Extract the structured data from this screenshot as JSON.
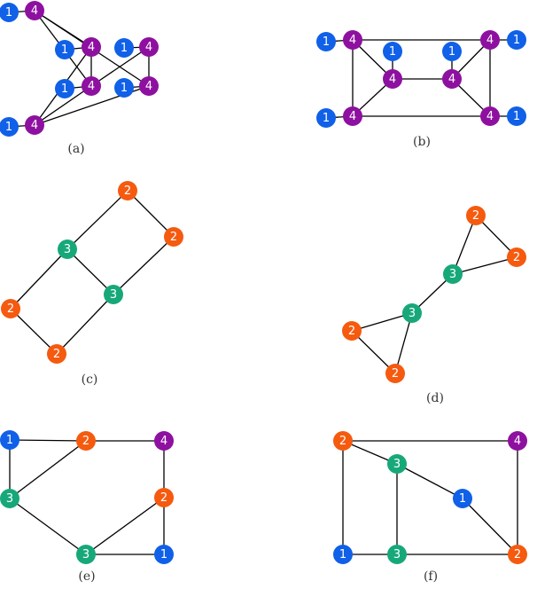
{
  "colors": {
    "1": "#1060e8",
    "2": "#f55a0f",
    "3": "#17a87a",
    "4": "#8e10a0"
  },
  "graphs": [
    {
      "caption": "(a)",
      "nodes": [
        {
          "id": "a1",
          "label": "1"
        },
        {
          "id": "a2",
          "label": "4"
        },
        {
          "id": "a3",
          "label": "1"
        },
        {
          "id": "a4",
          "label": "4"
        },
        {
          "id": "a5",
          "label": "1"
        },
        {
          "id": "a6",
          "label": "4"
        },
        {
          "id": "a7",
          "label": "1"
        },
        {
          "id": "a8",
          "label": "4"
        },
        {
          "id": "a9",
          "label": "1"
        },
        {
          "id": "a10",
          "label": "4"
        },
        {
          "id": "a11",
          "label": "1"
        },
        {
          "id": "a12",
          "label": "4"
        }
      ],
      "edges": [
        [
          "a1",
          "a2"
        ],
        [
          "a2",
          "a10"
        ],
        [
          "a2",
          "a4"
        ],
        [
          "a2",
          "a8"
        ],
        [
          "a3",
          "a4"
        ],
        [
          "a4",
          "a8"
        ],
        [
          "a4",
          "a12"
        ],
        [
          "a5",
          "a6"
        ],
        [
          "a6",
          "a10"
        ],
        [
          "a6",
          "a8"
        ],
        [
          "a7",
          "a8"
        ],
        [
          "a8",
          "a12"
        ],
        [
          "a9",
          "a10"
        ],
        [
          "a10",
          "a12"
        ],
        [
          "a11",
          "a12"
        ]
      ]
    },
    {
      "caption": "(b)",
      "nodes": [
        {
          "id": "b1",
          "label": "1"
        },
        {
          "id": "b2",
          "label": "4"
        },
        {
          "id": "b3",
          "label": "4"
        },
        {
          "id": "b4",
          "label": "1"
        },
        {
          "id": "b5",
          "label": "1"
        },
        {
          "id": "b6",
          "label": "1"
        },
        {
          "id": "b7",
          "label": "4"
        },
        {
          "id": "b8",
          "label": "4"
        },
        {
          "id": "b9",
          "label": "1"
        },
        {
          "id": "b10",
          "label": "4"
        },
        {
          "id": "b11",
          "label": "4"
        },
        {
          "id": "b12",
          "label": "1"
        }
      ],
      "edges": [
        [
          "b1",
          "b2"
        ],
        [
          "b2",
          "b3"
        ],
        [
          "b3",
          "b4"
        ],
        [
          "b2",
          "b10"
        ],
        [
          "b2",
          "b7"
        ],
        [
          "b3",
          "b8"
        ],
        [
          "b3",
          "b11"
        ],
        [
          "b5",
          "b7"
        ],
        [
          "b6",
          "b8"
        ],
        [
          "b7",
          "b8"
        ],
        [
          "b7",
          "b10"
        ],
        [
          "b8",
          "b11"
        ],
        [
          "b9",
          "b10"
        ],
        [
          "b10",
          "b11"
        ],
        [
          "b11",
          "b12"
        ]
      ]
    },
    {
      "caption": "(c)",
      "nodes": [
        {
          "id": "c1",
          "label": "2"
        },
        {
          "id": "c2",
          "label": "3"
        },
        {
          "id": "c3",
          "label": "2"
        },
        {
          "id": "c4",
          "label": "3"
        },
        {
          "id": "c5",
          "label": "2"
        },
        {
          "id": "c6",
          "label": "2"
        }
      ],
      "edges": [
        [
          "c1",
          "c2"
        ],
        [
          "c1",
          "c3"
        ],
        [
          "c2",
          "c4"
        ],
        [
          "c2",
          "c5"
        ],
        [
          "c3",
          "c4"
        ],
        [
          "c4",
          "c6"
        ],
        [
          "c5",
          "c6"
        ]
      ]
    },
    {
      "caption": "(d)",
      "nodes": [
        {
          "id": "d1",
          "label": "2"
        },
        {
          "id": "d2",
          "label": "2"
        },
        {
          "id": "d3",
          "label": "3"
        },
        {
          "id": "d4",
          "label": "3"
        },
        {
          "id": "d5",
          "label": "2"
        },
        {
          "id": "d6",
          "label": "2"
        }
      ],
      "edges": [
        [
          "d1",
          "d2"
        ],
        [
          "d1",
          "d3"
        ],
        [
          "d2",
          "d3"
        ],
        [
          "d3",
          "d4"
        ],
        [
          "d4",
          "d5"
        ],
        [
          "d4",
          "d6"
        ],
        [
          "d5",
          "d6"
        ]
      ]
    },
    {
      "caption": "(e)",
      "nodes": [
        {
          "id": "e1",
          "label": "1"
        },
        {
          "id": "e2",
          "label": "2"
        },
        {
          "id": "e3",
          "label": "4"
        },
        {
          "id": "e4",
          "label": "3"
        },
        {
          "id": "e5",
          "label": "2"
        },
        {
          "id": "e6",
          "label": "3"
        },
        {
          "id": "e7",
          "label": "1"
        }
      ],
      "edges": [
        [
          "e1",
          "e2"
        ],
        [
          "e2",
          "e3"
        ],
        [
          "e1",
          "e4"
        ],
        [
          "e2",
          "e4"
        ],
        [
          "e3",
          "e5"
        ],
        [
          "e4",
          "e6"
        ],
        [
          "e5",
          "e6"
        ],
        [
          "e5",
          "e7"
        ],
        [
          "e6",
          "e7"
        ]
      ]
    },
    {
      "caption": "(f)",
      "nodes": [
        {
          "id": "f1",
          "label": "2"
        },
        {
          "id": "f2",
          "label": "4"
        },
        {
          "id": "f3",
          "label": "3"
        },
        {
          "id": "f4",
          "label": "1"
        },
        {
          "id": "f5",
          "label": "1"
        },
        {
          "id": "f6",
          "label": "3"
        },
        {
          "id": "f7",
          "label": "2"
        }
      ],
      "edges": [
        [
          "f1",
          "f2"
        ],
        [
          "f1",
          "f3"
        ],
        [
          "f1",
          "f5"
        ],
        [
          "f2",
          "f7"
        ],
        [
          "f3",
          "f4"
        ],
        [
          "f3",
          "f6"
        ],
        [
          "f4",
          "f7"
        ],
        [
          "f5",
          "f6"
        ],
        [
          "f6",
          "f7"
        ]
      ]
    }
  ]
}
